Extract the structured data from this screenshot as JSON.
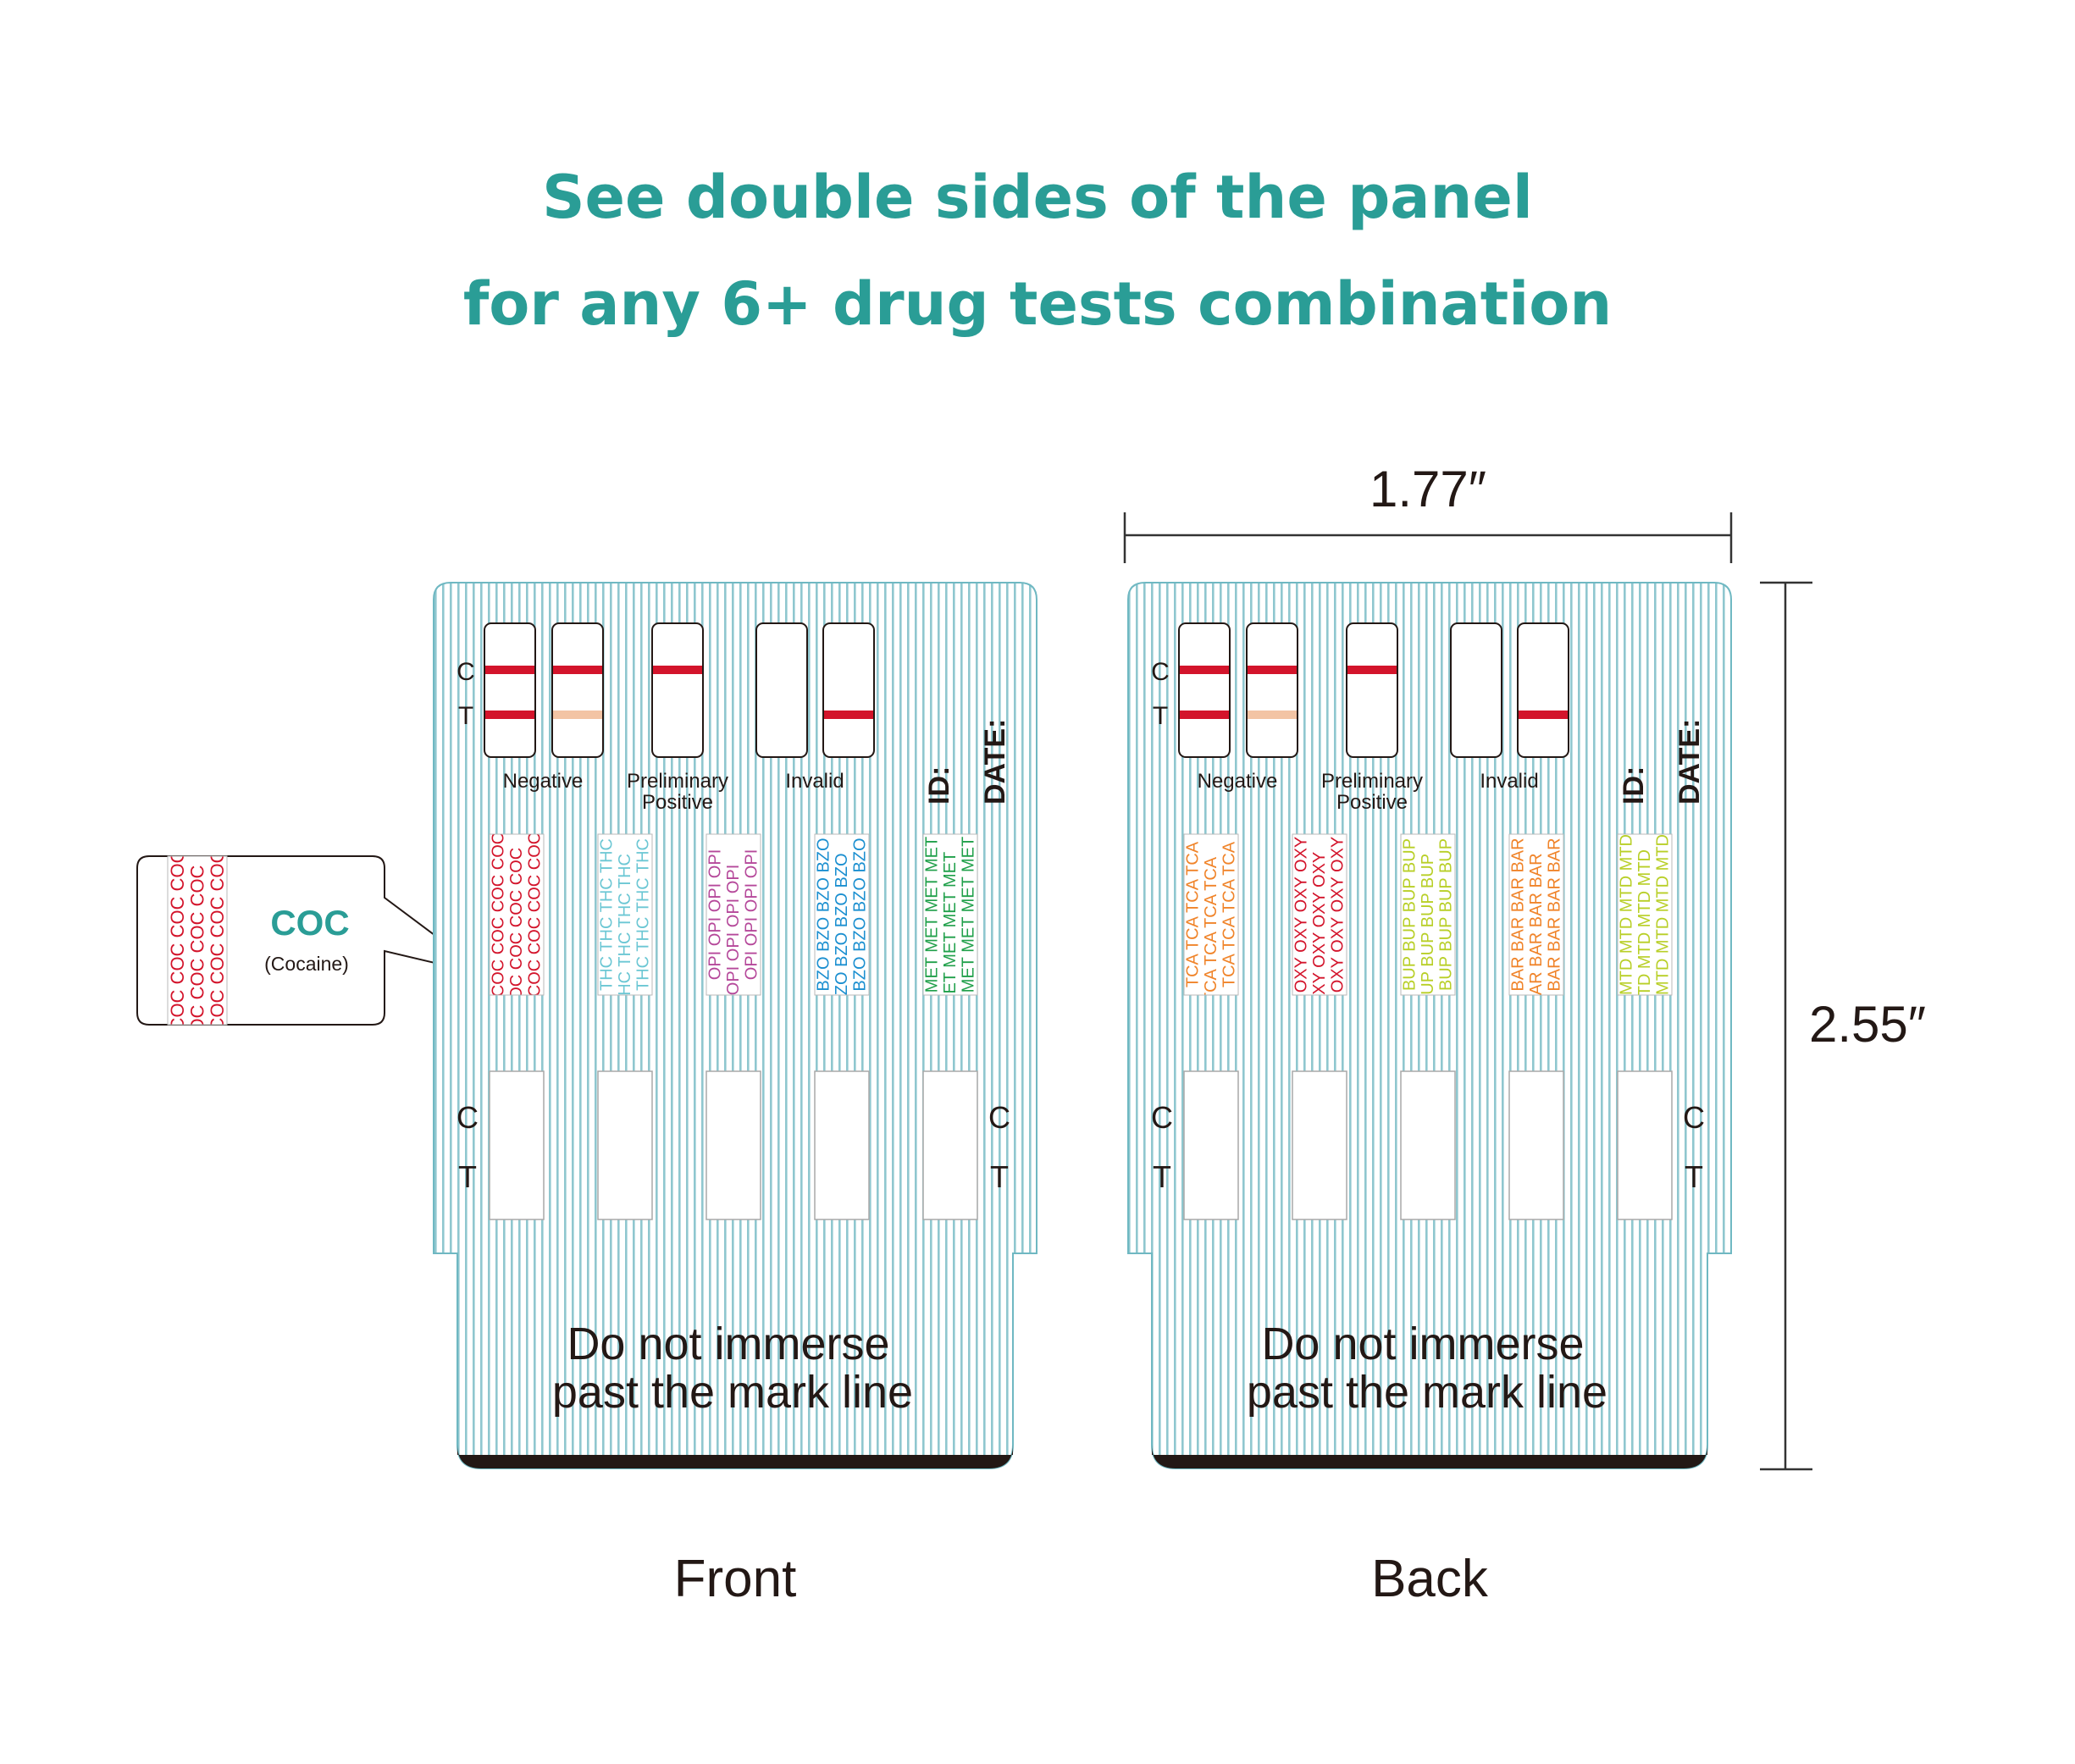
{
  "headline": {
    "line1": "See double sides of the panel",
    "line2": "for any 6+ drug tests combination"
  },
  "dimensions": {
    "width": "1.77″",
    "height": "2.55″"
  },
  "colors": {
    "accent": "#2a9d96",
    "control_line": "#d3142b",
    "faint_line": "#f3c4a4",
    "stripe": "#8fc7cf",
    "base": "#231815"
  },
  "result_legend": {
    "c_label": "C",
    "t_label": "T",
    "negative": "Negative",
    "preliminary_positive": [
      "Preliminary",
      "Positive"
    ],
    "invalid": "Invalid"
  },
  "id_label": "ID:",
  "date_label": "DATE:",
  "warning": [
    "Do not immerse",
    "past the mark line"
  ],
  "callout": {
    "code": "COC",
    "name": "(Cocaine)",
    "color": "#d3142b"
  },
  "panels": [
    {
      "side": "Front",
      "strips": [
        {
          "code": "COC",
          "color": "#d3142b"
        },
        {
          "code": "THC",
          "color": "#6cc7d4"
        },
        {
          "code": "OPI",
          "color": "#b5489a"
        },
        {
          "code": "BZO",
          "color": "#1b8fd0"
        },
        {
          "code": "MET",
          "color": "#20a04a"
        }
      ]
    },
    {
      "side": "Back",
      "strips": [
        {
          "code": "TCA",
          "color": "#f0842a"
        },
        {
          "code": "OXY",
          "color": "#d3142b"
        },
        {
          "code": "BUP",
          "color": "#b8cf27"
        },
        {
          "code": "BAR",
          "color": "#f0842a"
        },
        {
          "code": "MTD",
          "color": "#b8cf27"
        }
      ]
    }
  ]
}
